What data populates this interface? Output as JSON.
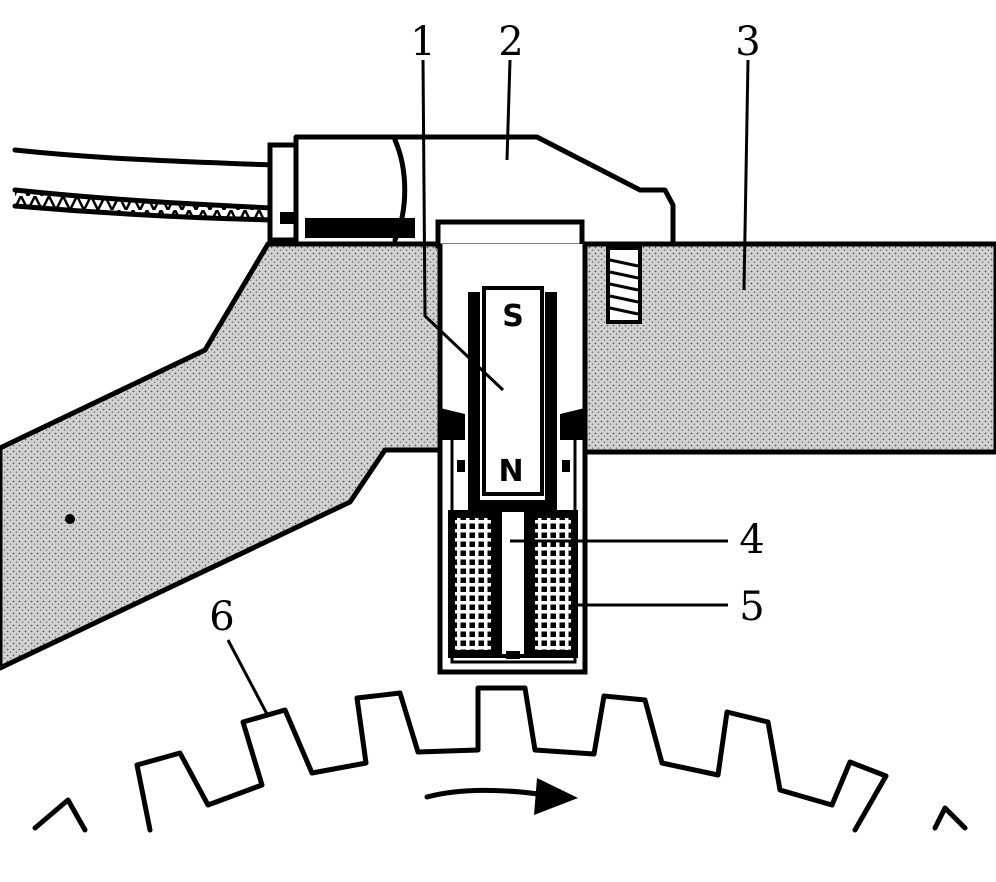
{
  "diagram": {
    "labels": [
      {
        "id": "1",
        "text": "1"
      },
      {
        "id": "2",
        "text": "2"
      },
      {
        "id": "3",
        "text": "3"
      },
      {
        "id": "4",
        "text": "4"
      },
      {
        "id": "5",
        "text": "5"
      },
      {
        "id": "6",
        "text": "6"
      }
    ],
    "magnet": {
      "north": "N",
      "south": "S"
    },
    "colors": {
      "ink": "#000000",
      "housing_fill": "#bdbdbd",
      "background": "#ffffff"
    }
  }
}
